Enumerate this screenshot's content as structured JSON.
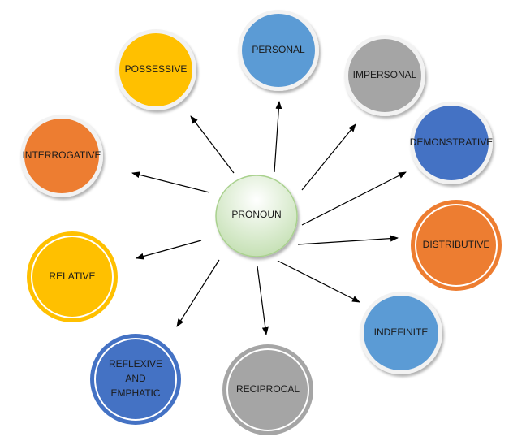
{
  "center": {
    "label": "PRONOUN"
  },
  "nodes": [
    {
      "id": "personal",
      "lines": [
        "PERSONAL"
      ],
      "color": "#5B9BD5",
      "style": "shadow"
    },
    {
      "id": "possessive",
      "lines": [
        "POSSESSIVE"
      ],
      "color": "#FFC000",
      "style": "shadow"
    },
    {
      "id": "impersonal",
      "lines": [
        "IMPERSONAL"
      ],
      "color": "#A5A5A5",
      "style": "shadow"
    },
    {
      "id": "interrogative",
      "lines": [
        "INTERROGATIVE"
      ],
      "color": "#ED7D31",
      "style": "shadow"
    },
    {
      "id": "demonstrative",
      "lines": [
        "DEMONSTRATIVE"
      ],
      "color": "#4472C4",
      "style": "shadow"
    },
    {
      "id": "distributive",
      "lines": [
        "DISTRIBUTIVE"
      ],
      "color": "#ED7D31",
      "style": "double"
    },
    {
      "id": "relative",
      "lines": [
        "RELATIVE"
      ],
      "color": "#FFC000",
      "style": "double"
    },
    {
      "id": "indefinite",
      "lines": [
        "INDEFINITE"
      ],
      "color": "#5B9BD5",
      "style": "shadow"
    },
    {
      "id": "reflexive-and-emphatic",
      "lines": [
        "REFLEXIVE",
        "AND",
        "EMPHATIC"
      ],
      "color": "#4472C4",
      "style": "double"
    },
    {
      "id": "reciprocal",
      "lines": [
        "RECIPROCAL"
      ],
      "color": "#A5A5A5",
      "style": "double"
    }
  ]
}
